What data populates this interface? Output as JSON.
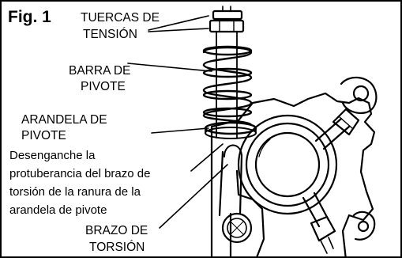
{
  "figure": {
    "title": "Fig. 1",
    "labels": {
      "tension_nuts_line1": "TUERCAS DE",
      "tension_nuts_line2": "TENSIÓN",
      "pivot_bar_line1": "BARRA DE",
      "pivot_bar_line2": "PIVOTE",
      "pivot_washer_line1": "ARANDELA DE",
      "pivot_washer_line2": "PIVOTE",
      "instruction_line1": "Desenganche la",
      "instruction_line2": "protuberancia del brazo de",
      "instruction_line3": "torsión de la ranura de la",
      "instruction_line4": "arandela de pivote",
      "torsion_arm_line1": "BRAZO DE",
      "torsion_arm_line2": "TORSIÓN"
    }
  }
}
